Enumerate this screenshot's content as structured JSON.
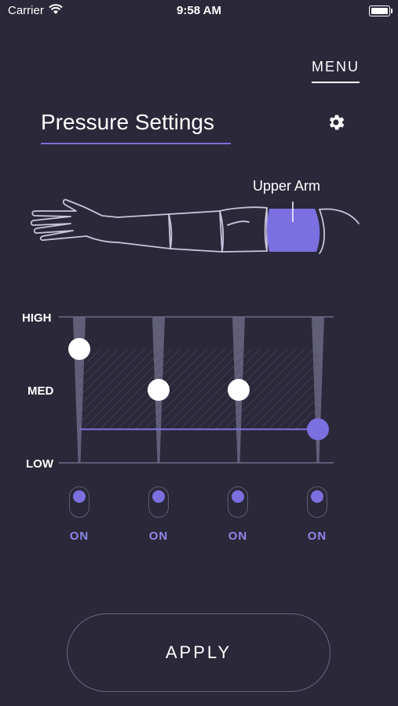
{
  "status_bar": {
    "carrier": "Carrier",
    "time": "9:58 AM"
  },
  "header": {
    "menu_label": "MENU",
    "title": "Pressure Settings"
  },
  "body_diagram": {
    "selected_segment_label": "Upper Arm",
    "highlight_color": "#7c6fe0"
  },
  "chart": {
    "y_labels": {
      "high": "HIGH",
      "med": "MED",
      "low": "LOW"
    }
  },
  "chart_data": {
    "type": "line",
    "y_categories": [
      "LOW",
      "MED",
      "HIGH"
    ],
    "ylim": [
      0,
      1
    ],
    "series": [
      {
        "values": [
          0.78,
          0.5,
          0.5,
          0.23
        ]
      }
    ]
  },
  "toggles": [
    {
      "label": "ON",
      "on": true
    },
    {
      "label": "ON",
      "on": true
    },
    {
      "label": "ON",
      "on": true
    },
    {
      "label": "ON",
      "on": true
    }
  ],
  "apply_label": "APPLY",
  "colors": {
    "background": "#2a2839",
    "accent": "#7c6fe0"
  }
}
